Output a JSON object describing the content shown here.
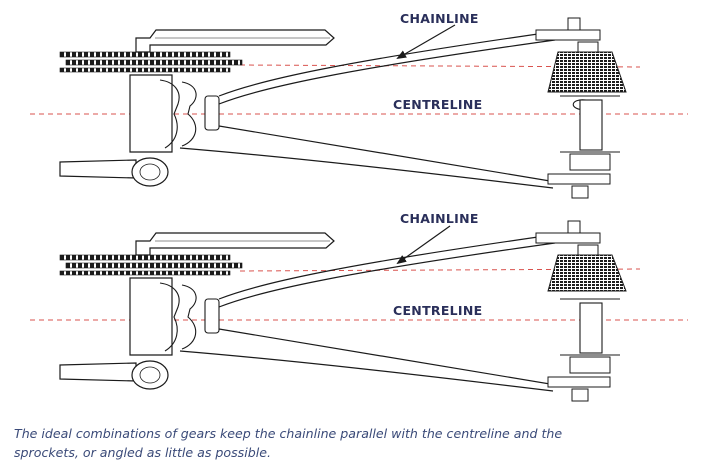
{
  "figures": [
    {
      "chainline_label": "CHAINLINE",
      "centreline_label": "CENTRELINE"
    },
    {
      "chainline_label": "CHAINLINE",
      "centreline_label": "CENTRELINE"
    }
  ],
  "caption": {
    "line1": "The ideal combinations of gears keep the chainline parallel with the centreline and the",
    "line2": "sprockets, or angled as little as possible."
  },
  "colors": {
    "line": "#1b1b1b",
    "dashed_reference": "#d9534f",
    "label_text": "#2a2f5a",
    "caption_text": "#3a4a78"
  },
  "icon_names": [
    "chainring-icon",
    "crank-arm-icon",
    "cassette-icon",
    "rear-hub-icon",
    "arrow-icon"
  ]
}
